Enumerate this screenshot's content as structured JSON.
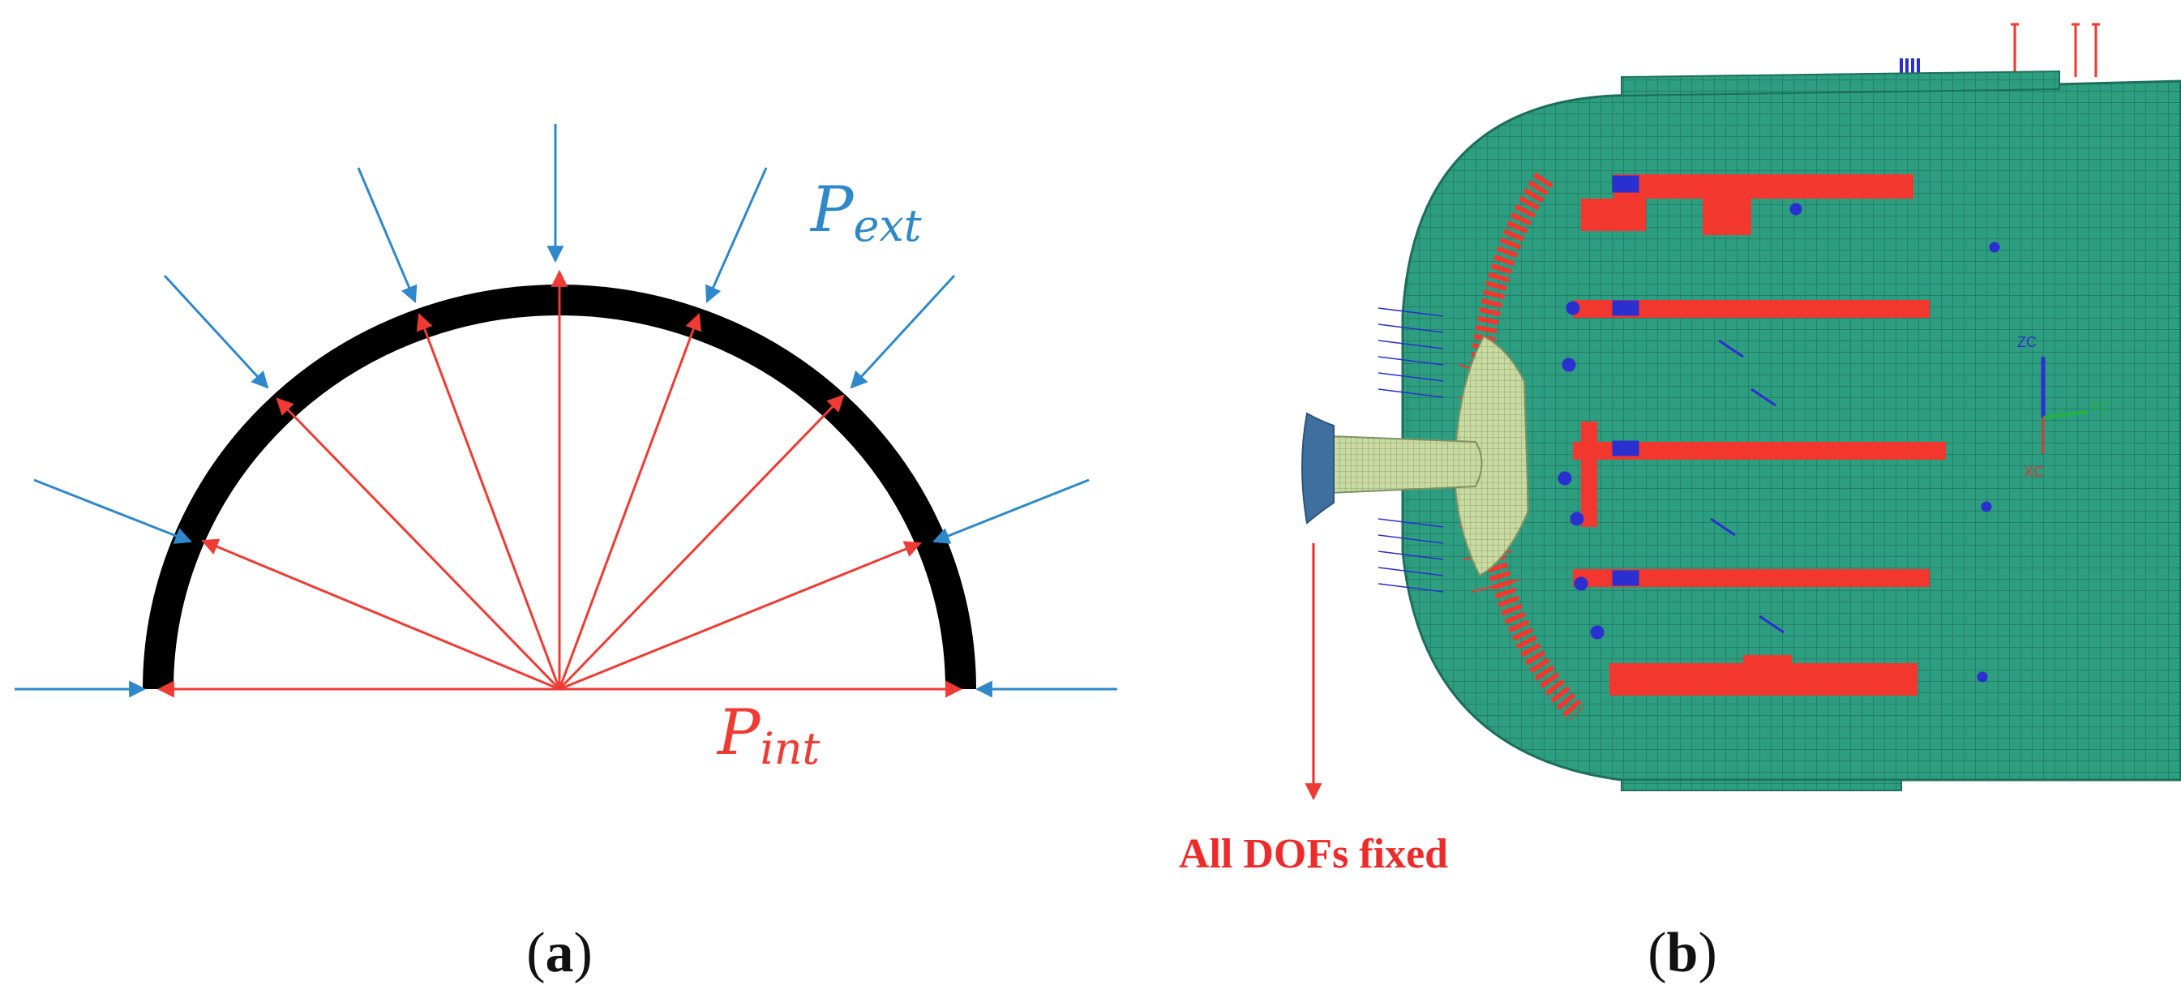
{
  "panel_a": {
    "p_ext_label": {
      "main": "P",
      "sub": "ext"
    },
    "p_int_label": {
      "main": "P",
      "sub": "int"
    },
    "caption": {
      "open": "(",
      "letter": "a",
      "close": ")"
    }
  },
  "panel_b": {
    "annotation": "All DOFs fixed",
    "axis_labels": {
      "zc": "ZC",
      "xc": "XC",
      "yc": "YC"
    },
    "caption": {
      "open": "(",
      "letter": "b",
      "close": ")"
    }
  },
  "colors": {
    "external_pressure": "#2f88c9",
    "internal_pressure": "#ee3b33",
    "shell": "#000000",
    "mesh_fill": "#2e9e80",
    "mesh_line": "#1d6f5a",
    "constraint_blue": "#2a2fd0",
    "load_red": "#f2372f",
    "plug_fill": "#c9dba0"
  }
}
